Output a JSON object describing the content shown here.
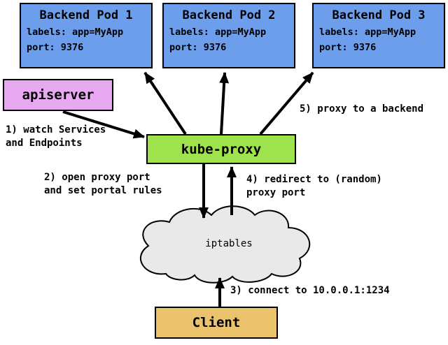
{
  "colors": {
    "pod-fill": "#6d9eeb",
    "apiserver-fill": "#e7a9f0",
    "kubeproxy-fill": "#9ee24e",
    "client-fill": "#ecc36d",
    "cloud-fill": "#e9e9e9",
    "border": "#000000",
    "arrow": "#000000"
  },
  "pods": [
    {
      "title": "Backend Pod 1",
      "labels": "labels: app=MyApp",
      "port": "port: 9376"
    },
    {
      "title": "Backend Pod 2",
      "labels": "labels: app=MyApp",
      "port": "port: 9376"
    },
    {
      "title": "Backend Pod 3",
      "labels": "labels: app=MyApp",
      "port": "port: 9376"
    }
  ],
  "nodes": {
    "apiserver": "apiserver",
    "kube_proxy": "kube-proxy",
    "iptables": "iptables",
    "client": "Client"
  },
  "annotations": {
    "step1": "1) watch Services\nand Endpoints",
    "step2": "2) open proxy port\nand set portal rules",
    "step3": "3) connect to 10.0.0.1:1234",
    "step4": "4) redirect to (random)\nproxy port",
    "step5": "5) proxy to a backend"
  }
}
